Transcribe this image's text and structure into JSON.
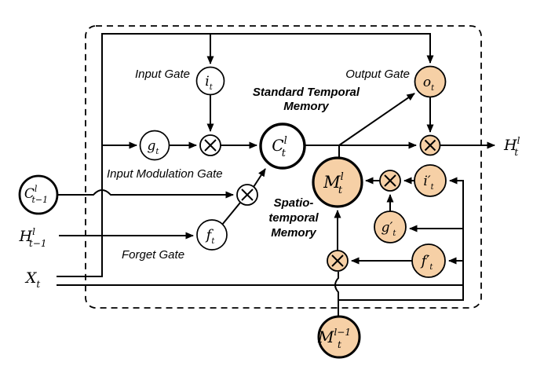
{
  "title": "ST-LSTM cell diagram",
  "colors": {
    "peach": "#F6D0A6",
    "white": "#FFFFFF",
    "line": "#000000",
    "background": "#FFFFFF"
  },
  "labels": {
    "input_gate": "Input Gate",
    "output_gate": "Output Gate",
    "input_modulation_gate": "Input Modulation Gate",
    "forget_gate": "Forget Gate",
    "standard_temporal_line1": "Standard Temporal",
    "standard_temporal_line2": "Memory",
    "spatiotemporal_line1": "Spatio-",
    "spatiotemporal_line2": "temporal",
    "spatiotemporal_line3": "Memory"
  },
  "nodes": {
    "input_gate": {
      "base": "i",
      "sub": "t"
    },
    "modulation_gate": {
      "base": "g",
      "sub": "t"
    },
    "forget_gate": {
      "base": "f",
      "sub": "t"
    },
    "output_gate": {
      "base": "o",
      "sub": "t"
    },
    "temporal_memory": {
      "base": "C",
      "sup": "l",
      "sub": "t"
    },
    "spatiotemporal_memory": {
      "base": "M",
      "sup": "l",
      "sub": "t"
    },
    "input_gate_prime": {
      "base": "i′",
      "sub": "t"
    },
    "modulation_gate_prime": {
      "base": "g′",
      "sub": "t"
    },
    "forget_gate_prime": {
      "base": "f′",
      "sub": "t"
    },
    "prev_cell": {
      "base": "C",
      "sup": "l",
      "sub": "t−1"
    },
    "prev_hidden": {
      "base": "H",
      "sup": "l",
      "sub": "t−1"
    },
    "input": {
      "base": "X",
      "sub": "t"
    },
    "memory_below": {
      "base": "M",
      "sup": "l−1",
      "sub": "t"
    },
    "hidden_out": {
      "base": "H",
      "sup": "l",
      "sub": "t"
    }
  },
  "icons": {
    "multiply": "⊗"
  }
}
